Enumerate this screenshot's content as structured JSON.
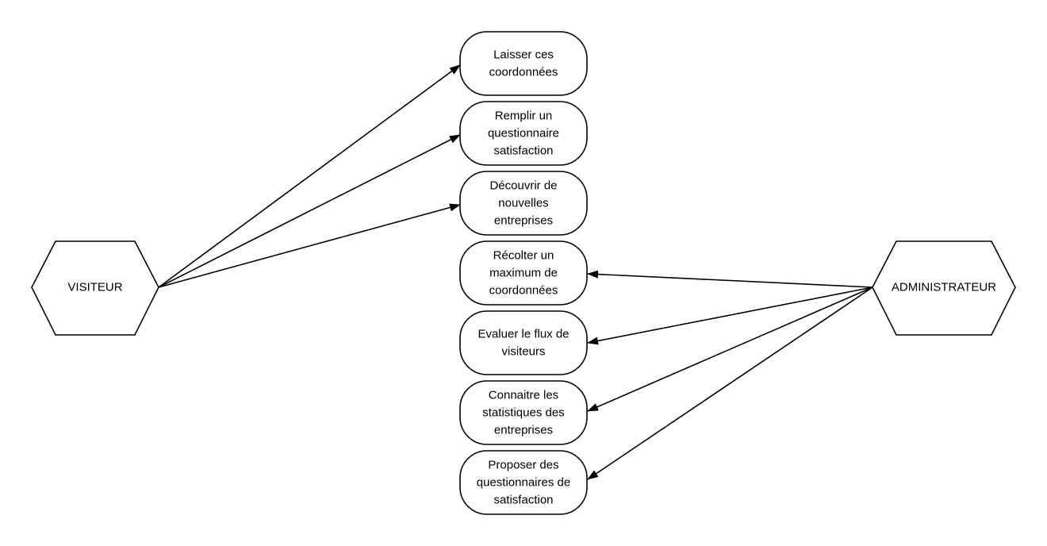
{
  "actors": {
    "visitor": {
      "label": "VISITEUR"
    },
    "admin": {
      "label": "ADMINISTRATEUR"
    }
  },
  "use_cases": [
    {
      "id": "uc1",
      "lines": [
        "Laisser ces",
        "coordonnées"
      ],
      "actor": "visitor"
    },
    {
      "id": "uc2",
      "lines": [
        "Remplir un",
        "questionnaire",
        "satisfaction"
      ],
      "actor": "visitor"
    },
    {
      "id": "uc3",
      "lines": [
        "Découvrir de",
        "nouvelles",
        "entreprises"
      ],
      "actor": "visitor"
    },
    {
      "id": "uc4",
      "lines": [
        "Récolter un",
        "maximum de",
        "coordonnées"
      ],
      "actor": "admin"
    },
    {
      "id": "uc5",
      "lines": [
        "Evaluer le flux de",
        "visiteurs"
      ],
      "actor": "admin"
    },
    {
      "id": "uc6",
      "lines": [
        "Connaitre les",
        "statistiques des",
        "entreprises"
      ],
      "actor": "admin"
    },
    {
      "id": "uc7",
      "lines": [
        "Proposer des",
        "questionnaires de",
        "satisfaction"
      ],
      "actor": "admin"
    }
  ]
}
